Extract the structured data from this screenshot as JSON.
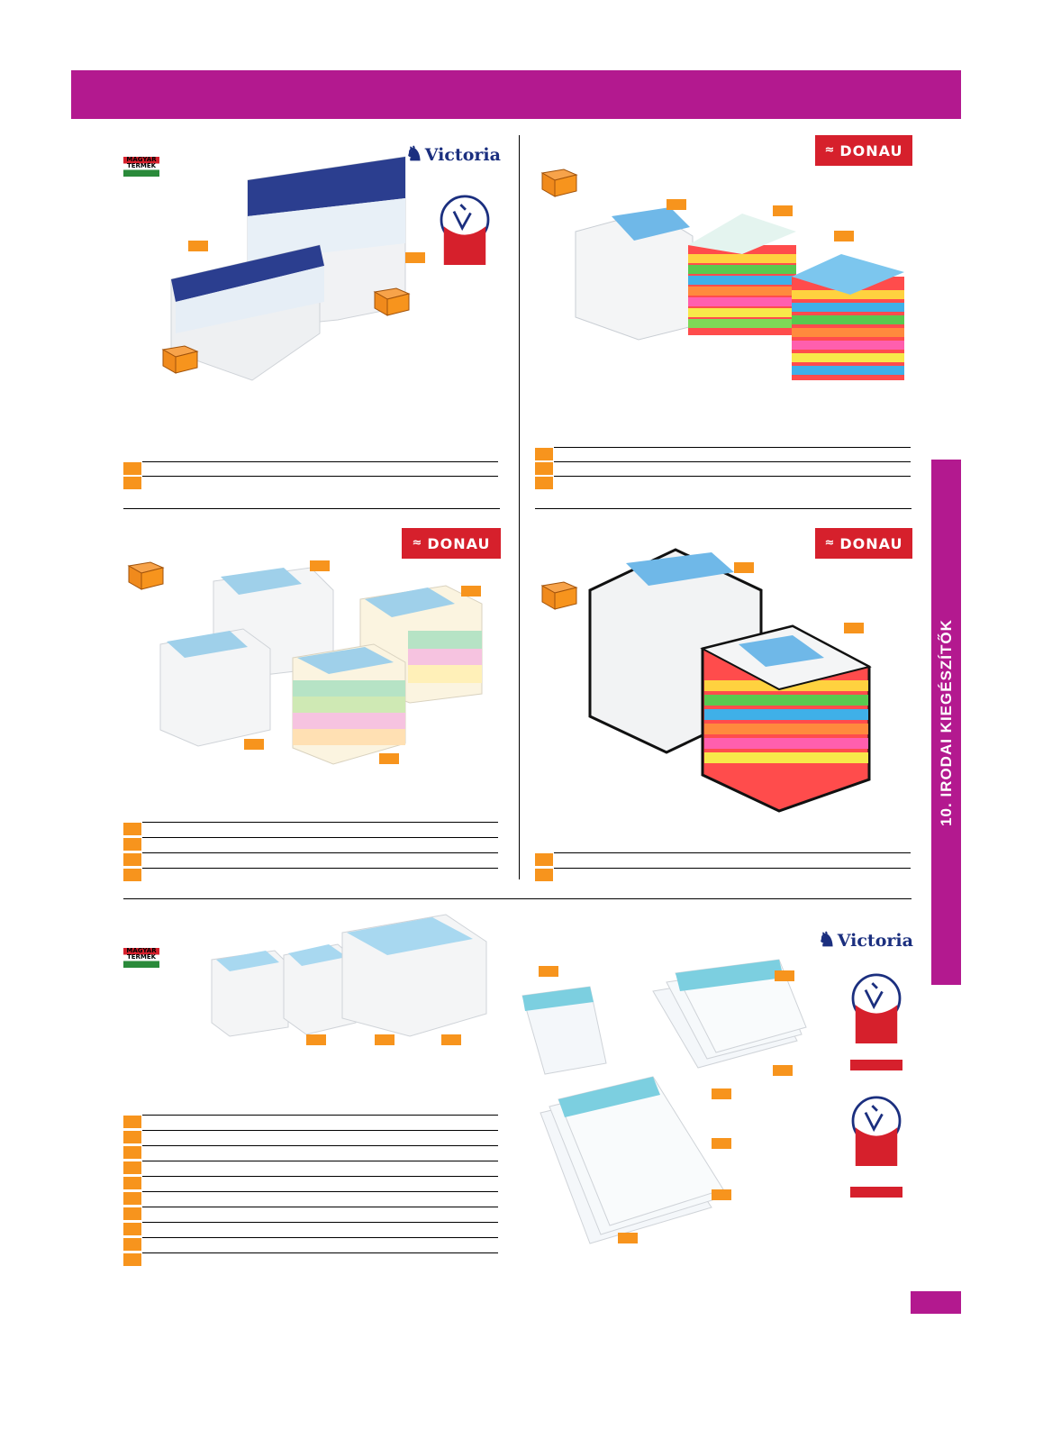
{
  "header": {
    "color": "#b3198f"
  },
  "side_tab": {
    "label": "10. IRODAI KIEGÉSZÍTŐK",
    "color": "#b3198f"
  },
  "brands": {
    "victoria": "Victoria",
    "donau": "DONAU"
  },
  "badges": {
    "magyar_line1": "MAGYAR",
    "magyar_line2": "TERMÉK"
  },
  "accent": {
    "orange": "#f7941d",
    "red": "#d6202c",
    "navy": "#1b2f7f"
  },
  "icons": [
    "box-icon",
    "victoria-horse-icon",
    "donau-waves-icon",
    "seal-icon"
  ]
}
